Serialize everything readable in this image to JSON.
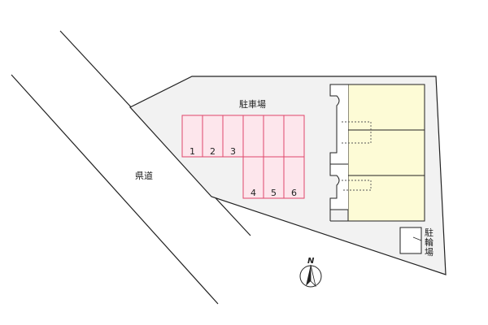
{
  "map": {
    "road_label": "県道",
    "parking_label": "駐車場",
    "bicycle_parking_label_lines": [
      "駐",
      "輪",
      "場"
    ],
    "compass_label": "N",
    "parking_spaces": [
      "1",
      "2",
      "3",
      "4",
      "5",
      "6"
    ]
  },
  "colors": {
    "site_fill": "#f2f2f2",
    "outline": "#222222",
    "parking_outline": "#e0476b",
    "parking_fill": "#fde6ec",
    "building_fill": "#fdfbd6"
  }
}
